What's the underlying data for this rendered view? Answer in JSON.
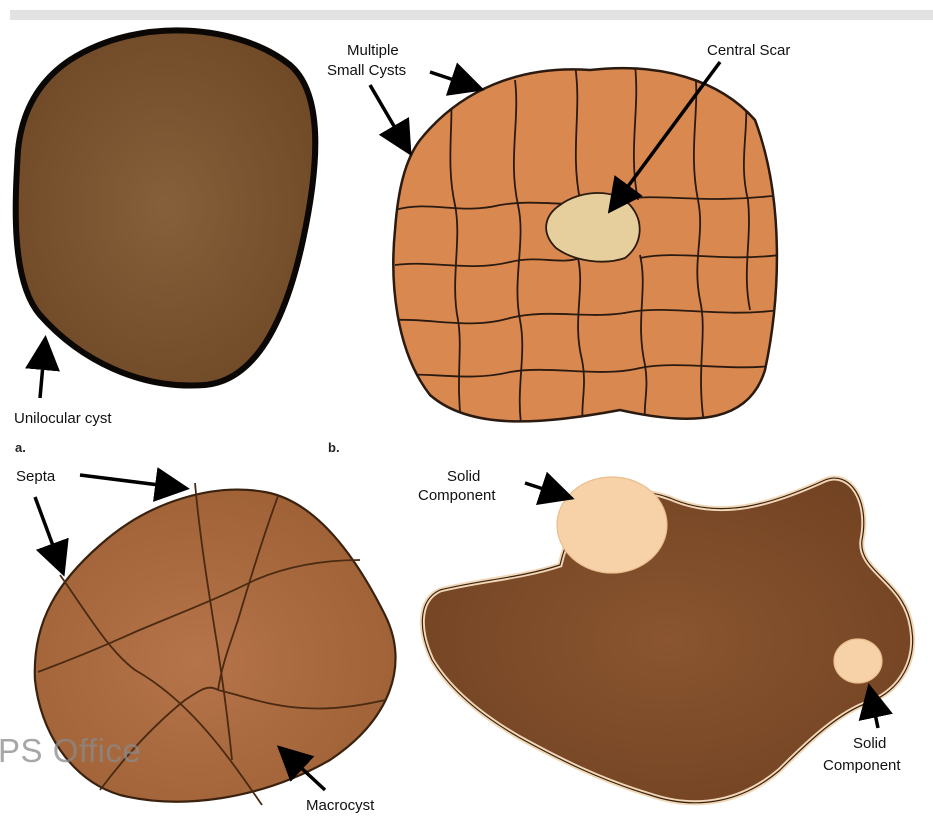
{
  "labels": {
    "unilocular": "Unilocular cyst",
    "panel_a": "a.",
    "multiple_line1": "Multiple",
    "multiple_line2": "Small Cysts",
    "central_scar": "Central Scar",
    "panel_b": "b.",
    "septa": "Septa",
    "macrocyst": "Macrocyst",
    "solid_top_line1": "Solid",
    "solid_top_line2": "Component",
    "solid_bottom_line1": "Solid",
    "solid_bottom_line2": "Component"
  },
  "watermark": "PS Office",
  "colors": {
    "unilocular_fill": "#7a5230",
    "cyst_fill": "#d9884f",
    "cyst_line": "#2a1a10",
    "scar_fill": "#e6cf9c",
    "septa_fill": "#a8683b",
    "solid_mass_fill": "#7a4a27",
    "solid_component_fill": "#f7d2a8",
    "arrow": "#000000"
  }
}
